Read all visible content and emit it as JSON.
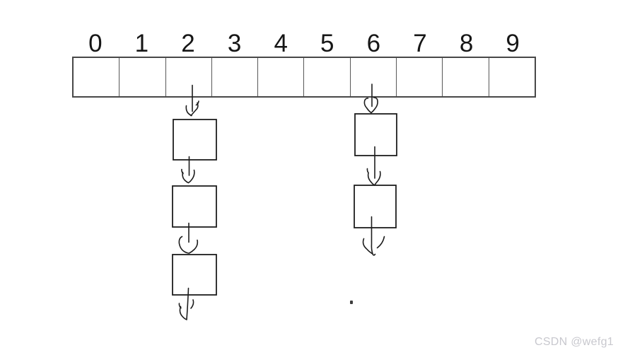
{
  "diagram": {
    "type": "hash-table-separate-chaining",
    "bucket_labels": [
      "0",
      "1",
      "2",
      "3",
      "4",
      "5",
      "6",
      "7",
      "8",
      "9"
    ],
    "chains": [
      {
        "bucket": "2",
        "node_count": 3,
        "ends_with_null_arrow": true
      },
      {
        "bucket": "6",
        "node_count": 2,
        "ends_with_null_arrow": true
      }
    ]
  },
  "watermark": {
    "text": "CSDN @wefg1"
  },
  "colors": {
    "line": "#1d1d1d",
    "array_border": "#484848",
    "cell_divider": "#585858",
    "watermark": "#c8c8ce",
    "background": "#ffffff"
  }
}
